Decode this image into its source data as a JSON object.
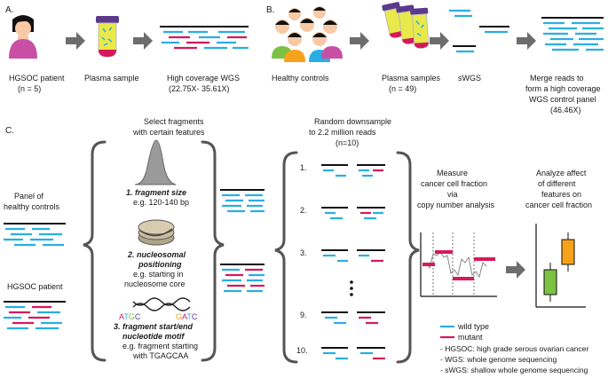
{
  "sectionA": {
    "label": "A.",
    "patient_label": "HGSOC patient",
    "patient_n": "(n = 5)",
    "plasma_label": "Plasma sample",
    "wgs_label": "High coverage WGS",
    "wgs_range": "(22.75X- 35.61X)"
  },
  "sectionB": {
    "label": "B.",
    "controls_label": "Healthy controls",
    "plasma_label": "Plasma samples",
    "plasma_n": "(n = 49)",
    "swgs_label": "sWGS",
    "merge_line1": "Merge reads to",
    "merge_line2": "form a high coverage",
    "merge_line3": "WGS control panel",
    "merge_cov": "(46.46X)"
  },
  "sectionC": {
    "label": "C.",
    "select_line1": "Select fragments",
    "select_line2": "with certain features",
    "feature1_title": "1. fragment size",
    "feature1_eg": "e.g. 120-140 bp",
    "feature2_title1": "2. nucleosomal",
    "feature2_title2": "positioning",
    "feature2_eg1": "e.g. starting in",
    "feature2_eg2": "nucleosome core",
    "motif_left": "ATGC",
    "motif_right": "GATC",
    "feature3_title1": "3. fragment start/end",
    "feature3_title2": "nucleotide motif",
    "feature3_eg1": "e.g. fragment starting",
    "feature3_eg2": "with TGAGCAA",
    "panel_line1": "Panel of",
    "panel_line2": "healthy controls",
    "hgsoc_label": "HGSOC patient",
    "downsample_line1": "Random downsample",
    "downsample_line2": "to 2.2 million reads",
    "downsample_n": "(n=10)",
    "rep1": "1.",
    "rep2": "2.",
    "rep3": "3.",
    "rep9": "9.",
    "rep10": "10.",
    "measure_line1": "Measure",
    "measure_line2": "cancer cell fraction",
    "measure_line3": "via",
    "measure_line4": "copy number analysis",
    "analyze_line1": "Analyze affect",
    "analyze_line2": "of different",
    "analyze_line3": "features on",
    "analyze_line4": "cancer cell fraction"
  },
  "legend": {
    "wild_type": "wild type",
    "mutant": "mutant",
    "abbr1": "- HGSOC: high grade serous ovarian cancer",
    "abbr2": "- WGS: whole genome sequencing",
    "abbr3": "- sWGS: shallow whole genome sequencing"
  },
  "colors": {
    "wild_type": "#29aee3",
    "mutant": "#d6195c",
    "arrow": "#6d6d6d",
    "boxplot_green": "#7bc142",
    "boxplot_orange": "#f7a21b",
    "tube_cap": "#5b3a8c"
  }
}
